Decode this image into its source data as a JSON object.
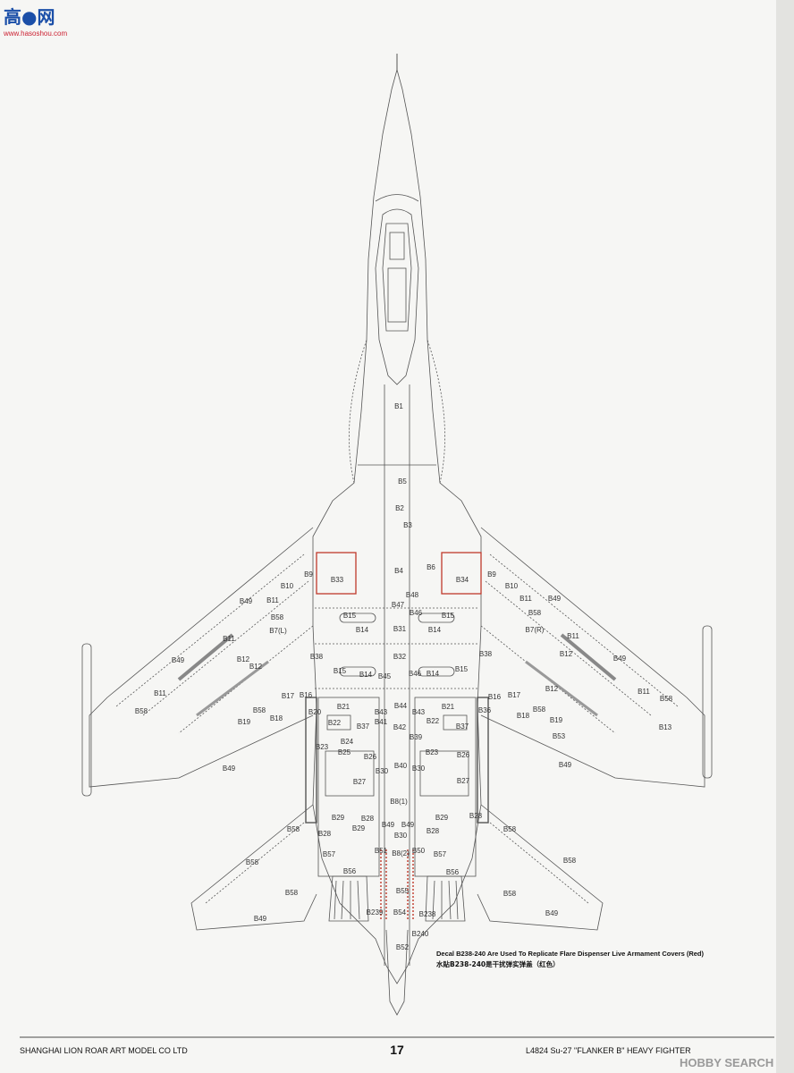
{
  "watermark_top": {
    "logo_text": "高●网",
    "url": "www.hasoshou.com"
  },
  "decal_labels": [
    "B1",
    "B5",
    "B2",
    "B3",
    "B4",
    "B6",
    "B33",
    "B34",
    "B9",
    "B9",
    "B10",
    "B10",
    "B48",
    "B11",
    "B11",
    "B49",
    "B49",
    "B47",
    "B46",
    "B15",
    "B15",
    "B58",
    "B58",
    "B7(L)",
    "B7(R)",
    "B31",
    "B14",
    "B14",
    "B11",
    "B11",
    "B12",
    "B12",
    "B38",
    "B38",
    "B32",
    "B15",
    "B14",
    "B45",
    "B46",
    "B14",
    "B15",
    "B49",
    "B49",
    "B12",
    "B12",
    "B11",
    "B11",
    "B17",
    "B16",
    "B16",
    "B17",
    "B58",
    "B58",
    "B44",
    "B21",
    "B21",
    "B43",
    "B43",
    "B20",
    "B36",
    "B58",
    "B58",
    "B18",
    "B18",
    "B19",
    "B19",
    "B13",
    "B22",
    "B22",
    "B41",
    "B42",
    "B37",
    "B37",
    "B23",
    "B24",
    "B39",
    "B53",
    "B25",
    "B23",
    "B26",
    "B26",
    "B30",
    "B40",
    "B30",
    "B49",
    "B49",
    "B27",
    "B27",
    "B8(1)",
    "B29",
    "B28",
    "B49",
    "B49",
    "B29",
    "B28",
    "B58",
    "B28",
    "B29",
    "B30",
    "B28",
    "B58",
    "B57",
    "B51",
    "B8(2)",
    "B50",
    "B57",
    "B58",
    "B58",
    "B56",
    "B56",
    "B58",
    "B55",
    "B58",
    "B49",
    "B239",
    "B54",
    "B238",
    "B49",
    "B240",
    "B52"
  ],
  "note": {
    "english": "Decal B238-240 Are Used To Replicate Flare Dispenser Live Armament Covers (Red)",
    "chinese": "水貼B238-240是干扰弹实弹盖（红色）"
  },
  "footer": {
    "company": "SHANGHAI LION ROAR ART MODEL CO LTD",
    "page_number": "17",
    "title": "L4824  Su-27  \"FLANKER B\"  HEAVY  FIGHTER"
  },
  "watermark_bottom": "HOBBY SEARCH",
  "colors": {
    "line": "#555555",
    "accent_red": "#c0392b",
    "background": "#f6f6f4"
  }
}
